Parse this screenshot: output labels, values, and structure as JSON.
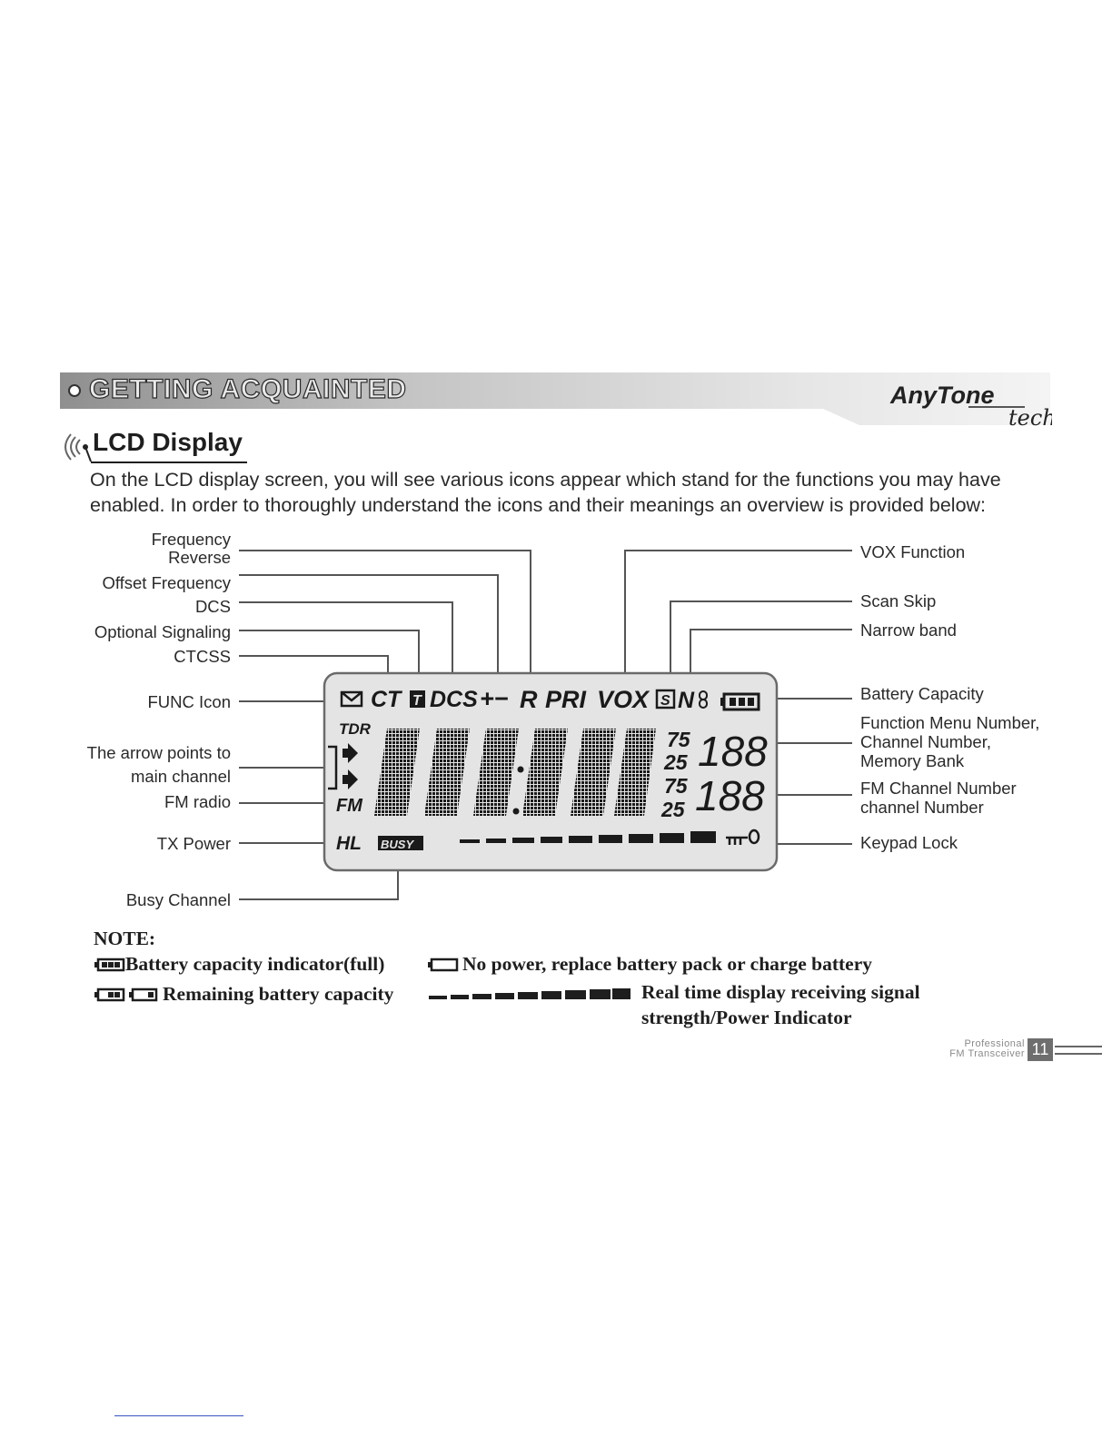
{
  "header": {
    "section_title": "GETTING ACQUAINTED",
    "brand_main": "AnyTone",
    "brand_sub": "tech"
  },
  "section": {
    "heading": "LCD Display",
    "intro": "On the LCD display screen, you will see various icons appear which stand for the functions you may have enabled. In order to thoroughly understand the icons and their meanings an overview is provided below:"
  },
  "diagram": {
    "left_labels": {
      "frequency_reverse_1": "Frequency",
      "frequency_reverse_2": "Reverse",
      "offset_frequency": "Offset Frequency",
      "dcs": "DCS",
      "optional_signaling": "Optional Signaling",
      "ctcss": "CTCSS",
      "func_icon": "FUNC Icon",
      "arrow_1": "The arrow points to",
      "arrow_2": "main channel",
      "fm_radio": "FM radio",
      "tx_power": "TX Power",
      "busy_channel": "Busy Channel"
    },
    "right_labels": {
      "vox_function": "VOX Function",
      "scan_skip": "Scan Skip",
      "narrow_band": "Narrow band",
      "battery_capacity": "Battery Capacity",
      "func_menu_1": "Function Menu Number,",
      "func_menu_2": "Channel Number,",
      "func_menu_3": "Memory Bank",
      "fm_channel_1": "FM Channel Number",
      "fm_channel_2": "channel Number",
      "keypad_lock": "Keypad Lock"
    },
    "lcd": {
      "ct": "CT",
      "t_box": "T",
      "dcs": "DCS",
      "plus_minus": "+−",
      "r": "R",
      "pri": "PRI",
      "vox": "VOX",
      "s_box": "S",
      "n": "N",
      "tdr": "TDR",
      "fm": "FM",
      "hl": "HL",
      "busy": "BUSY",
      "step_top_1": "75",
      "step_top_2": "25",
      "step_bot_1": "75",
      "step_bot_2": "25",
      "channel_top": "188",
      "channel_bot": "188"
    }
  },
  "notes": {
    "title": "NOTE:",
    "battery_full": "Battery capacity indicator(full)",
    "no_power": "No power, replace battery pack or charge battery",
    "remaining": "Remaining battery capacity",
    "signal_1": "Real time display receiving signal",
    "signal_2": "strength/Power Indicator"
  },
  "footer": {
    "label_1": "Professional",
    "label_2": "FM Transceiver",
    "page_number": "11"
  }
}
